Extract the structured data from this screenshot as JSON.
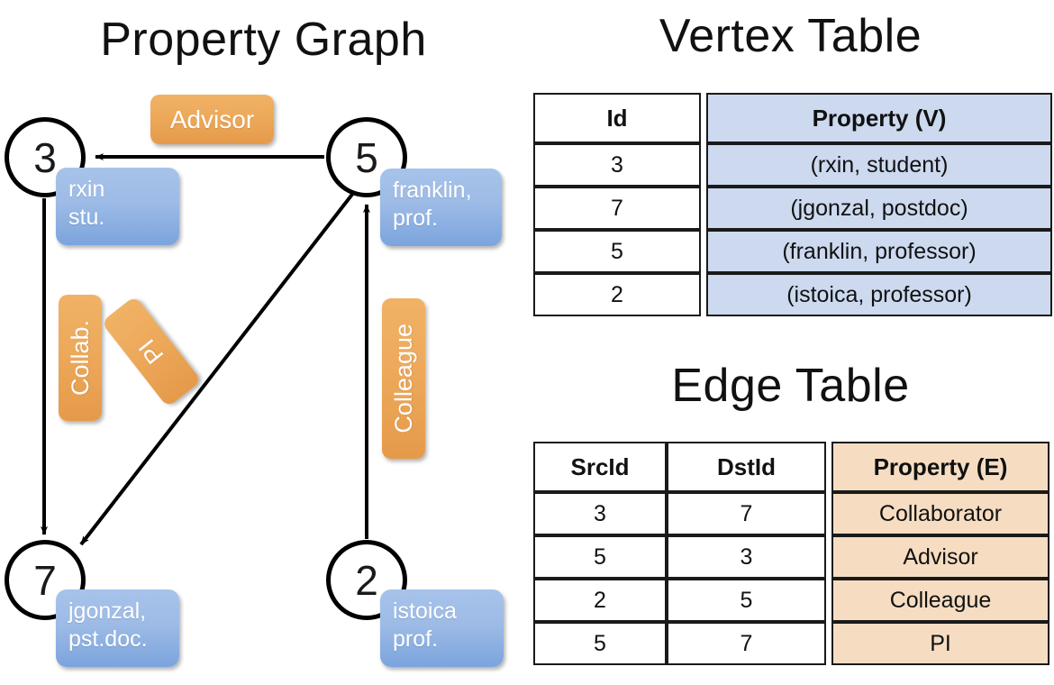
{
  "titles": {
    "property_graph": "Property Graph",
    "vertex_table": "Vertex Table",
    "edge_table": "Edge Table"
  },
  "graph": {
    "nodes": [
      {
        "id": "3",
        "property_lines": [
          "rxin",
          "stu."
        ]
      },
      {
        "id": "5",
        "property_lines": [
          "franklin,",
          "prof."
        ]
      },
      {
        "id": "7",
        "property_lines": [
          "jgonzal,",
          "pst.doc."
        ]
      },
      {
        "id": "2",
        "property_lines": [
          "istoica",
          "prof."
        ]
      }
    ],
    "edge_labels": [
      {
        "name": "advisor",
        "text": "Advisor"
      },
      {
        "name": "collab",
        "text": "Collab."
      },
      {
        "name": "pi",
        "text": "PI"
      },
      {
        "name": "colleague",
        "text": "Colleague"
      }
    ],
    "edges": [
      {
        "from": "5",
        "to": "3",
        "label": "Advisor"
      },
      {
        "from": "3",
        "to": "7",
        "label": "Collab."
      },
      {
        "from": "5",
        "to": "7",
        "label": "PI"
      },
      {
        "from": "2",
        "to": "5",
        "label": "Colleague"
      }
    ]
  },
  "vertex_table": {
    "headers": [
      "Id",
      "Property (V)"
    ],
    "rows": [
      {
        "id": "3",
        "property": "(rxin, student)"
      },
      {
        "id": "7",
        "property": "(jgonzal, postdoc)"
      },
      {
        "id": "5",
        "property": "(franklin, professor)"
      },
      {
        "id": "2",
        "property": "(istoica, professor)"
      }
    ]
  },
  "edge_table": {
    "headers": [
      "SrcId",
      "DstId",
      "Property (E)"
    ],
    "rows": [
      {
        "src": "3",
        "dst": "7",
        "property": "Collaborator"
      },
      {
        "src": "5",
        "dst": "3",
        "property": "Advisor"
      },
      {
        "src": "2",
        "dst": "5",
        "property": "Colleague"
      },
      {
        "src": "5",
        "dst": "7",
        "property": "PI"
      }
    ]
  },
  "colors": {
    "vertex_property_fill": "#ccd9ef",
    "edge_property_fill": "#f6ddc2",
    "node_callout_blue": "#8fb2e3",
    "edge_label_orange": "#eca95a",
    "stroke": "#000000",
    "background": "#ffffff"
  }
}
